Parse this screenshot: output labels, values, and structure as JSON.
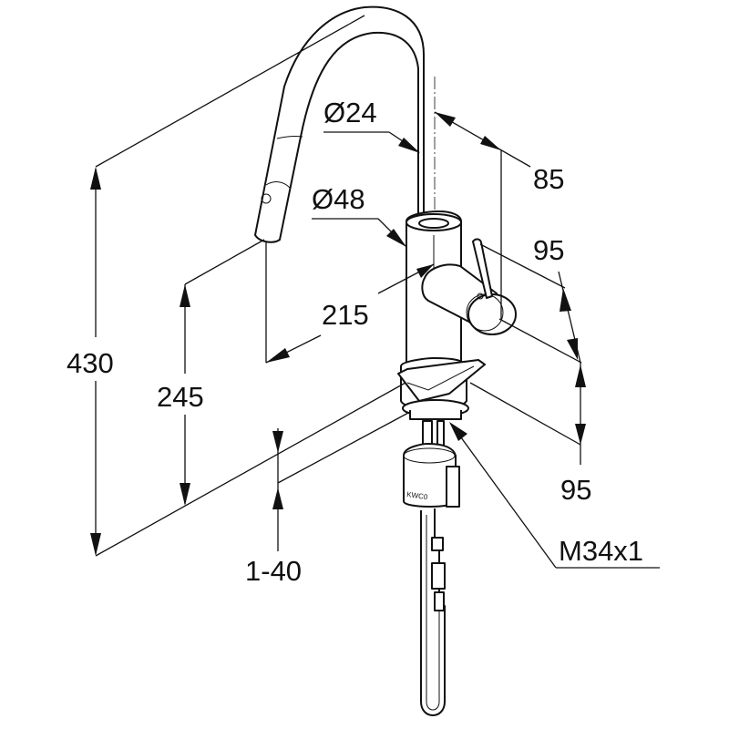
{
  "drawing": {
    "subject": "Kitchen faucet with pull-out spray — dimensional drawing",
    "units": "mm",
    "dimensions": {
      "spout_diameter": "Ø24",
      "body_diameter": "Ø48",
      "spout_reach": "215",
      "spout_offset": "85",
      "lever_height": "95",
      "lever_projection": "95",
      "total_height": "430",
      "outlet_height": "245",
      "countertop_thickness": "1-40",
      "thread": "M34x1"
    }
  }
}
